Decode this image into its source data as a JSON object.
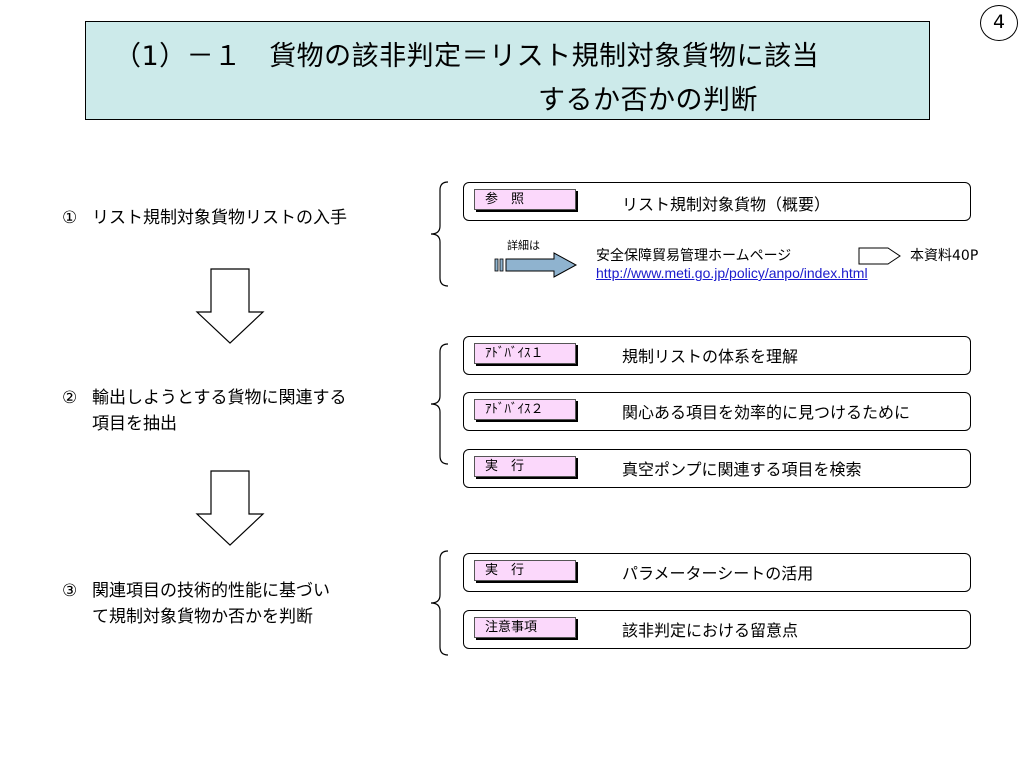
{
  "page_number": "4",
  "title": {
    "line1": "（1）－１　貨物の該非判定＝リスト規制対象貨物に該当",
    "line2": "するか否かの判断"
  },
  "steps": [
    {
      "num": "①",
      "line1": "リスト規制対象貨物リストの入手",
      "line2": ""
    },
    {
      "num": "②",
      "line1": "輸出しようとする貨物に関連する",
      "line2": "項目を抽出"
    },
    {
      "num": "③",
      "line1": "関連項目の技術的性能に基づい",
      "line2": "て規制対象貨物か否かを判断"
    }
  ],
  "group1": {
    "panel": {
      "tag": "参　照",
      "text": "リスト規制対象貨物（概要）"
    },
    "detail_label": "詳細は",
    "site_name": "安全保障貿易管理ホームページ",
    "site_ref": "本資料40P",
    "url": "http://www.meti.go.jp/policy/anpo/index.html"
  },
  "group2": [
    {
      "tag": "ｱﾄﾞﾊﾞｲｽ１",
      "text": "規制リストの体系を理解"
    },
    {
      "tag": "ｱﾄﾞﾊﾞｲｽ２",
      "text": "関心ある項目を効率的に見つけるために"
    },
    {
      "tag": "実　行",
      "text": "真空ポンプに関連する項目を検索"
    }
  ],
  "group3": [
    {
      "tag": "実　行",
      "text": "パラメーターシートの活用"
    },
    {
      "tag": "注意事項",
      "text": "該非判定における留意点"
    }
  ],
  "icons": {
    "down_arrow": "down-arrow-icon",
    "right_arrow": "right-arrow-icon",
    "pointer": "pentagon-pointer-icon",
    "brace": "left-brace-icon"
  },
  "colors": {
    "title_bg": "#cceaea",
    "tag_bg": "#fbd8fb",
    "arrow_fill": "#8fb3cf",
    "link": "#1a1acc"
  }
}
